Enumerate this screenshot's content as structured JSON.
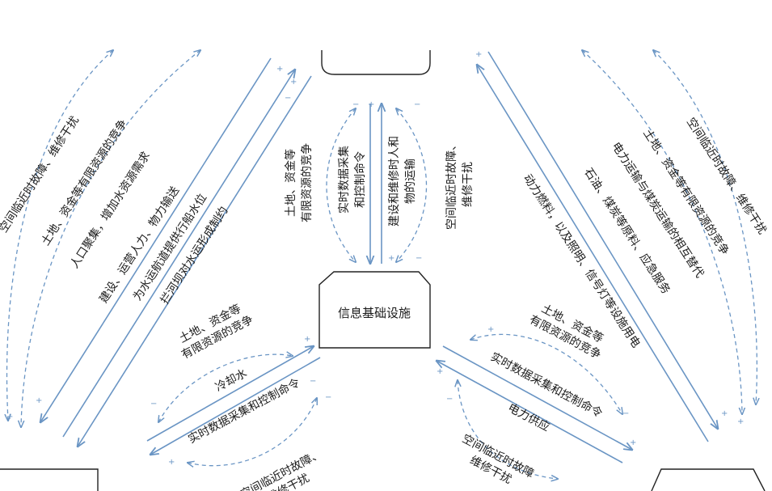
{
  "center_node": "信息基础设施",
  "top": {
    "left_label": [
      "土地、资金等",
      "有限资源的竞争"
    ],
    "arrow_down_label": [
      "实时数据采集",
      "和控制命令"
    ],
    "arrow_up_label": [
      "建设和维修时人和",
      "物的运输"
    ],
    "right_label": [
      "空间临近时故障、",
      "维修干扰"
    ]
  },
  "left": {
    "labels": [
      "空间临近时故障、维修干扰",
      "土地、资金等有限资源的竞争",
      "人口聚集，增加水资源需求",
      "建设、运营人力、物力输送",
      "为水运航道提供行船水位",
      "拦河坝对水运形成制约"
    ]
  },
  "right": {
    "labels": [
      "空间临近时故障、维修干扰",
      "土地、资金等有限资源的竞争",
      "电力运输与煤炭运输的相互替代",
      "石油、煤炭等原料、应急服务",
      "动力燃料，以及照明、信号灯等设施用电"
    ]
  },
  "bottom_left": {
    "resource_label": [
      "土地、资金等",
      "有限资源的竞争"
    ],
    "cooling_label": "冷却水",
    "data_label": "实时数据采集和控制命令",
    "fault_label": [
      "空间临近时故障、",
      "维修干扰"
    ]
  },
  "bottom_right": {
    "resource_label": [
      "土地、资金等",
      "有限资源的竞争"
    ],
    "data_label": "实时数据采集和控制命令",
    "power_label": "电力供应",
    "fault_label": [
      "空间临近时故障",
      "维修干扰"
    ]
  },
  "signs": {
    "plus": "+",
    "minus": "−"
  },
  "colors": {
    "arrow": "#6a95c4",
    "border": "#222222"
  }
}
